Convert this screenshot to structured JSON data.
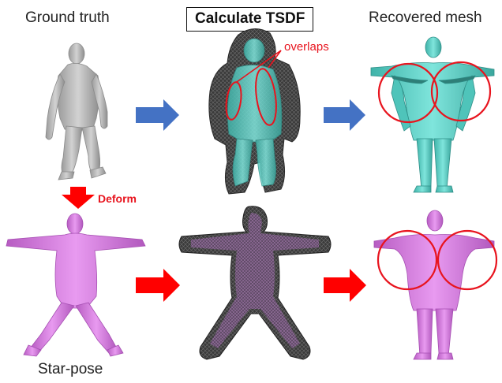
{
  "labels": {
    "ground_truth": "Ground truth",
    "calculate_tsdf": "Calculate TSDF",
    "recovered_mesh": "Recovered mesh",
    "overlaps": "overlaps",
    "deform": "Deform",
    "star_pose": "Star-pose"
  },
  "colors": {
    "gray_mesh": "#b9b9b9",
    "teal_mesh": "#6ad8cf",
    "pink_mesh": "#dc80e6",
    "dark_wire": "#444444",
    "blue_arrow": "#4472c4",
    "red_arrow": "#ff0000",
    "annotation_red": "#e8141e"
  }
}
